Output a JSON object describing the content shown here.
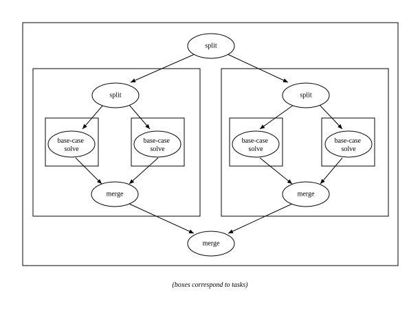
{
  "diagram": {
    "nodes": {
      "root_split": "split",
      "left_split": "split",
      "left_base_a": [
        "base-case",
        "solve"
      ],
      "left_base_b": [
        "base-case",
        "solve"
      ],
      "left_merge": "merge",
      "right_split": "split",
      "right_base_a": [
        "base-case",
        "solve"
      ],
      "right_base_b": [
        "base-case",
        "solve"
      ],
      "right_merge": "merge",
      "root_merge": "merge"
    },
    "caption": "(boxes correspond to tasks)"
  }
}
